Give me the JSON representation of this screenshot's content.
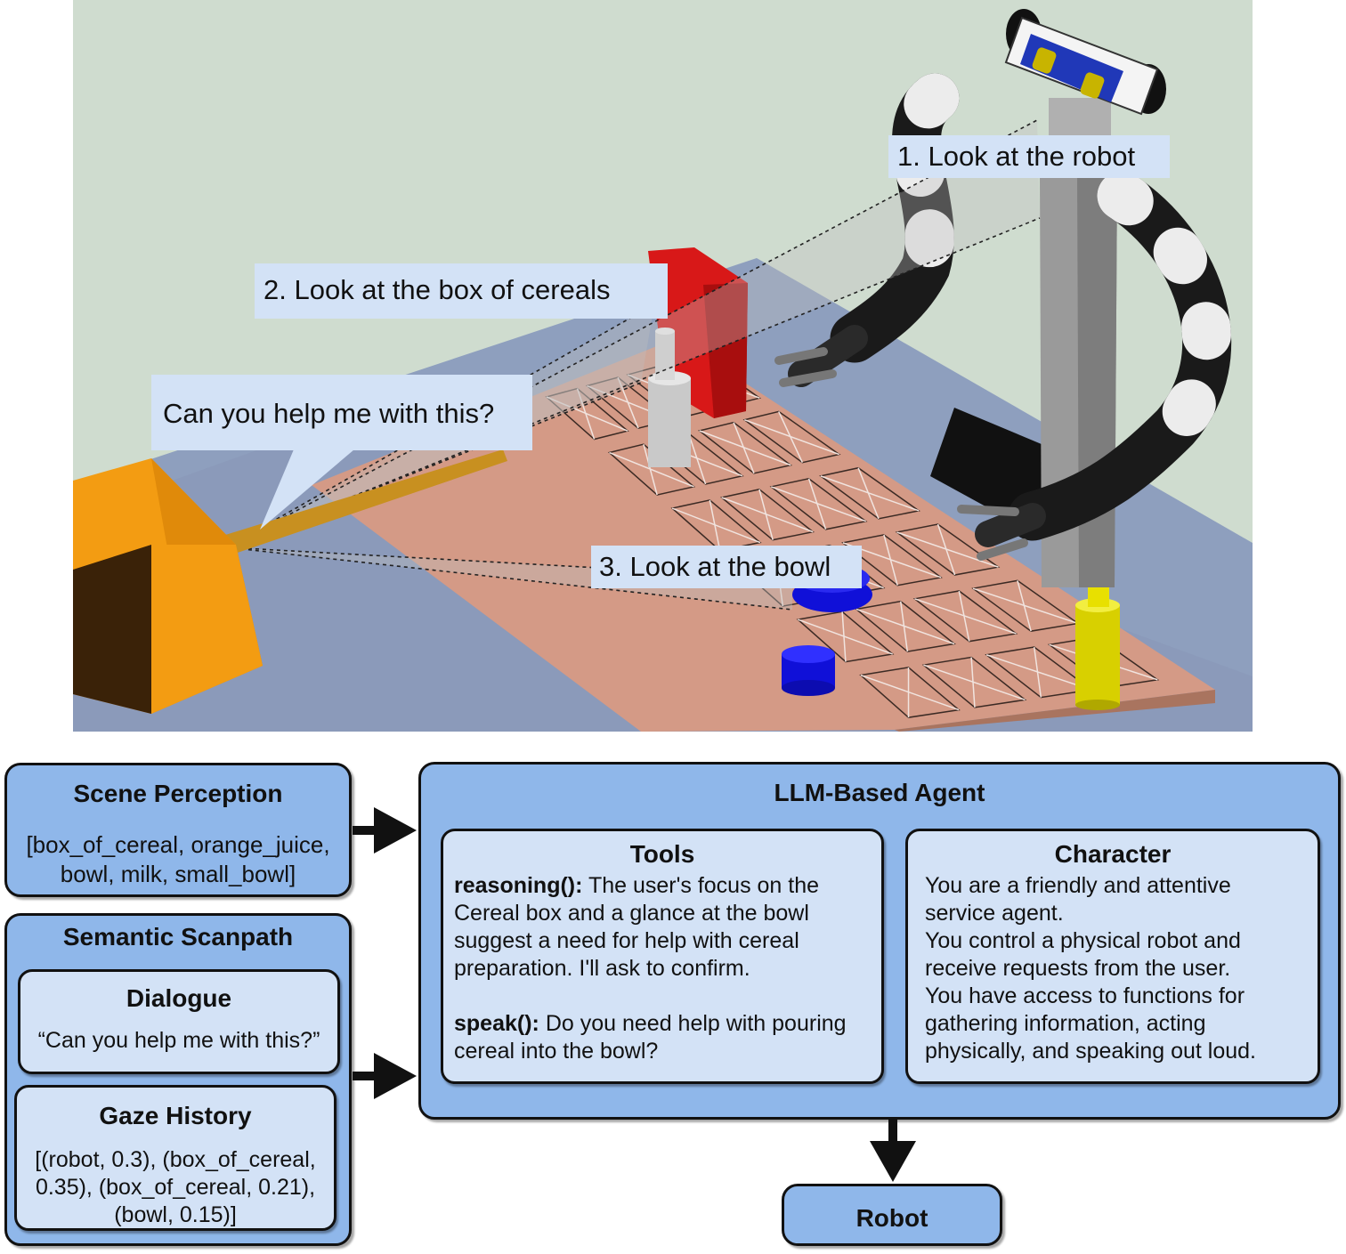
{
  "scene": {
    "labels": {
      "look_robot": "1. Look at the robot",
      "look_cereal": "2. Look at the box of cereals",
      "speech": "Can you help me with this?",
      "look_bowl": "3. Look at the bowl"
    }
  },
  "diagram": {
    "scene_perception": {
      "title": "Scene Perception",
      "line1": "[box_of_cereal, orange_juice,",
      "line2": "bowl, milk, small_bowl]"
    },
    "semantic_scanpath": {
      "title": "Semantic Scanpath",
      "dialogue": {
        "title": "Dialogue",
        "text": "“Can you help me with this?”"
      },
      "gaze_history": {
        "title": "Gaze History",
        "line1": "[(robot, 0.3), (box_of_cereal,",
        "line2": "0.35),  (box_of_cereal, 0.21),",
        "line3": "(bowl, 0.15)]"
      }
    },
    "agent": {
      "title": "LLM-Based Agent",
      "tools": {
        "title": "Tools",
        "reasoning_label": "reasoning():",
        "reasoning_text": " The user's focus on the Cereal box and a glance at the bowl suggest a need for help with cereal preparation. I'll ask to confirm.",
        "speak_label": "speak():",
        "speak_text": " Do you need help with pouring cereal into the bowl?"
      },
      "character": {
        "title": "Character",
        "p1": "You are a friendly and attentive service agent.",
        "p2": "You control a physical robot and receive requests from the user.",
        "p3": "You have access to functions for gathering information, acting physically, and speaking out loud."
      }
    },
    "robot": {
      "label": "Robot"
    }
  },
  "colors": {
    "box_fill": "#8fb7ea",
    "inner_fill": "#d3e2f6",
    "wall": "#cfdccf",
    "floor": "#8e9fbe",
    "table": "#d49a86",
    "cereal_box": "#d81818",
    "head_box": "#f39c12",
    "bowl": "#1010d8",
    "yellow_object": "#e8e000"
  }
}
